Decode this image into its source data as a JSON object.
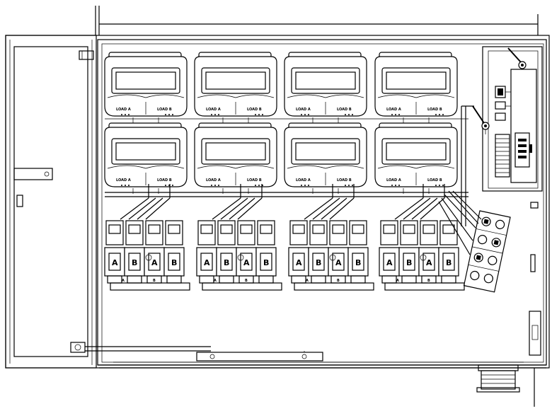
{
  "meters": [
    {
      "row": 0,
      "col": 0,
      "left_tag": "LOAD A",
      "right_tag": "LOAD B"
    },
    {
      "row": 0,
      "col": 1,
      "left_tag": "LOAD A",
      "right_tag": "LOAD B"
    },
    {
      "row": 0,
      "col": 2,
      "left_tag": "LOAD A",
      "right_tag": "LOAD B"
    },
    {
      "row": 0,
      "col": 3,
      "left_tag": "LOAD A",
      "right_tag": "LOAD B"
    },
    {
      "row": 1,
      "col": 0,
      "left_tag": "LOAD A",
      "right_tag": "LOAD B"
    },
    {
      "row": 1,
      "col": 1,
      "left_tag": "LOAD A",
      "right_tag": "LOAD B"
    },
    {
      "row": 1,
      "col": 2,
      "left_tag": "LOAD A",
      "right_tag": "LOAD B"
    },
    {
      "row": 1,
      "col": 3,
      "left_tag": "LOAD A",
      "right_tag": "LOAD B"
    }
  ],
  "breaker_groups": [
    {
      "labels": [
        "A",
        "B",
        "A",
        "B"
      ]
    },
    {
      "labels": [
        "A",
        "B",
        "A",
        "B"
      ]
    },
    {
      "labels": [
        "A",
        "B",
        "A",
        "B"
      ]
    },
    {
      "labels": [
        "A",
        "B",
        "A",
        "B"
      ]
    }
  ],
  "breaker_base_marks": [
    "A",
    "B"
  ]
}
